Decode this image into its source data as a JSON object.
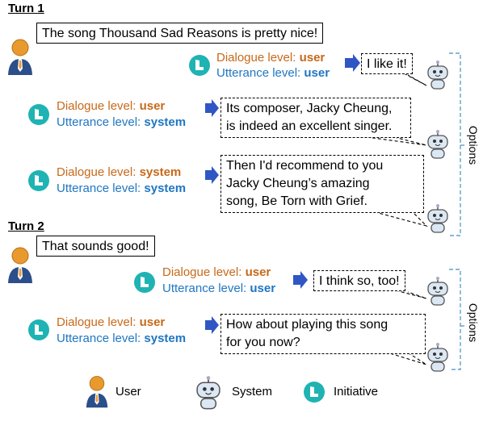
{
  "colors": {
    "dialogue": "#c7691a",
    "utterance": "#1f76c2",
    "initiative": "#1fb3b3",
    "bracket": "#5fa3c8",
    "arrow": "#2f56c4"
  },
  "turn1": {
    "title": "Turn 1",
    "user_utterance": "The song Thousand Sad Reasons is pretty nice!",
    "options": [
      {
        "dialogue_label": "Dialogue level: ",
        "dialogue_value": "user",
        "utterance_label": "Utterance level: ",
        "utterance_value": "user",
        "response": [
          "I like it!"
        ]
      },
      {
        "dialogue_label": "Dialogue level: ",
        "dialogue_value": "user",
        "utterance_label": "Utterance level: ",
        "utterance_value": "system",
        "response": [
          "Its composer, Jacky Cheung,",
          "is indeed an excellent singer."
        ]
      },
      {
        "dialogue_label": "Dialogue level: ",
        "dialogue_value": "system",
        "utterance_label": "Utterance level: ",
        "utterance_value": "system",
        "response": [
          "Then I'd recommend to you",
          "Jacky Cheung’s amazing",
          "song, Be Torn with Grief."
        ]
      }
    ],
    "options_label": "Options"
  },
  "turn2": {
    "title": "Turn 2",
    "user_utterance": "That sounds good!",
    "options": [
      {
        "dialogue_label": "Dialogue level: ",
        "dialogue_value": "user",
        "utterance_label": "Utterance level: ",
        "utterance_value": "user",
        "response": [
          "I think so, too!"
        ]
      },
      {
        "dialogue_label": "Dialogue level: ",
        "dialogue_value": "user",
        "utterance_label": "Utterance level: ",
        "utterance_value": "system",
        "response": [
          "How about playing this song",
          "for you now?"
        ]
      }
    ],
    "options_label": "Options"
  },
  "legend": {
    "user": "User",
    "system": "System",
    "initiative": "Initiative"
  }
}
